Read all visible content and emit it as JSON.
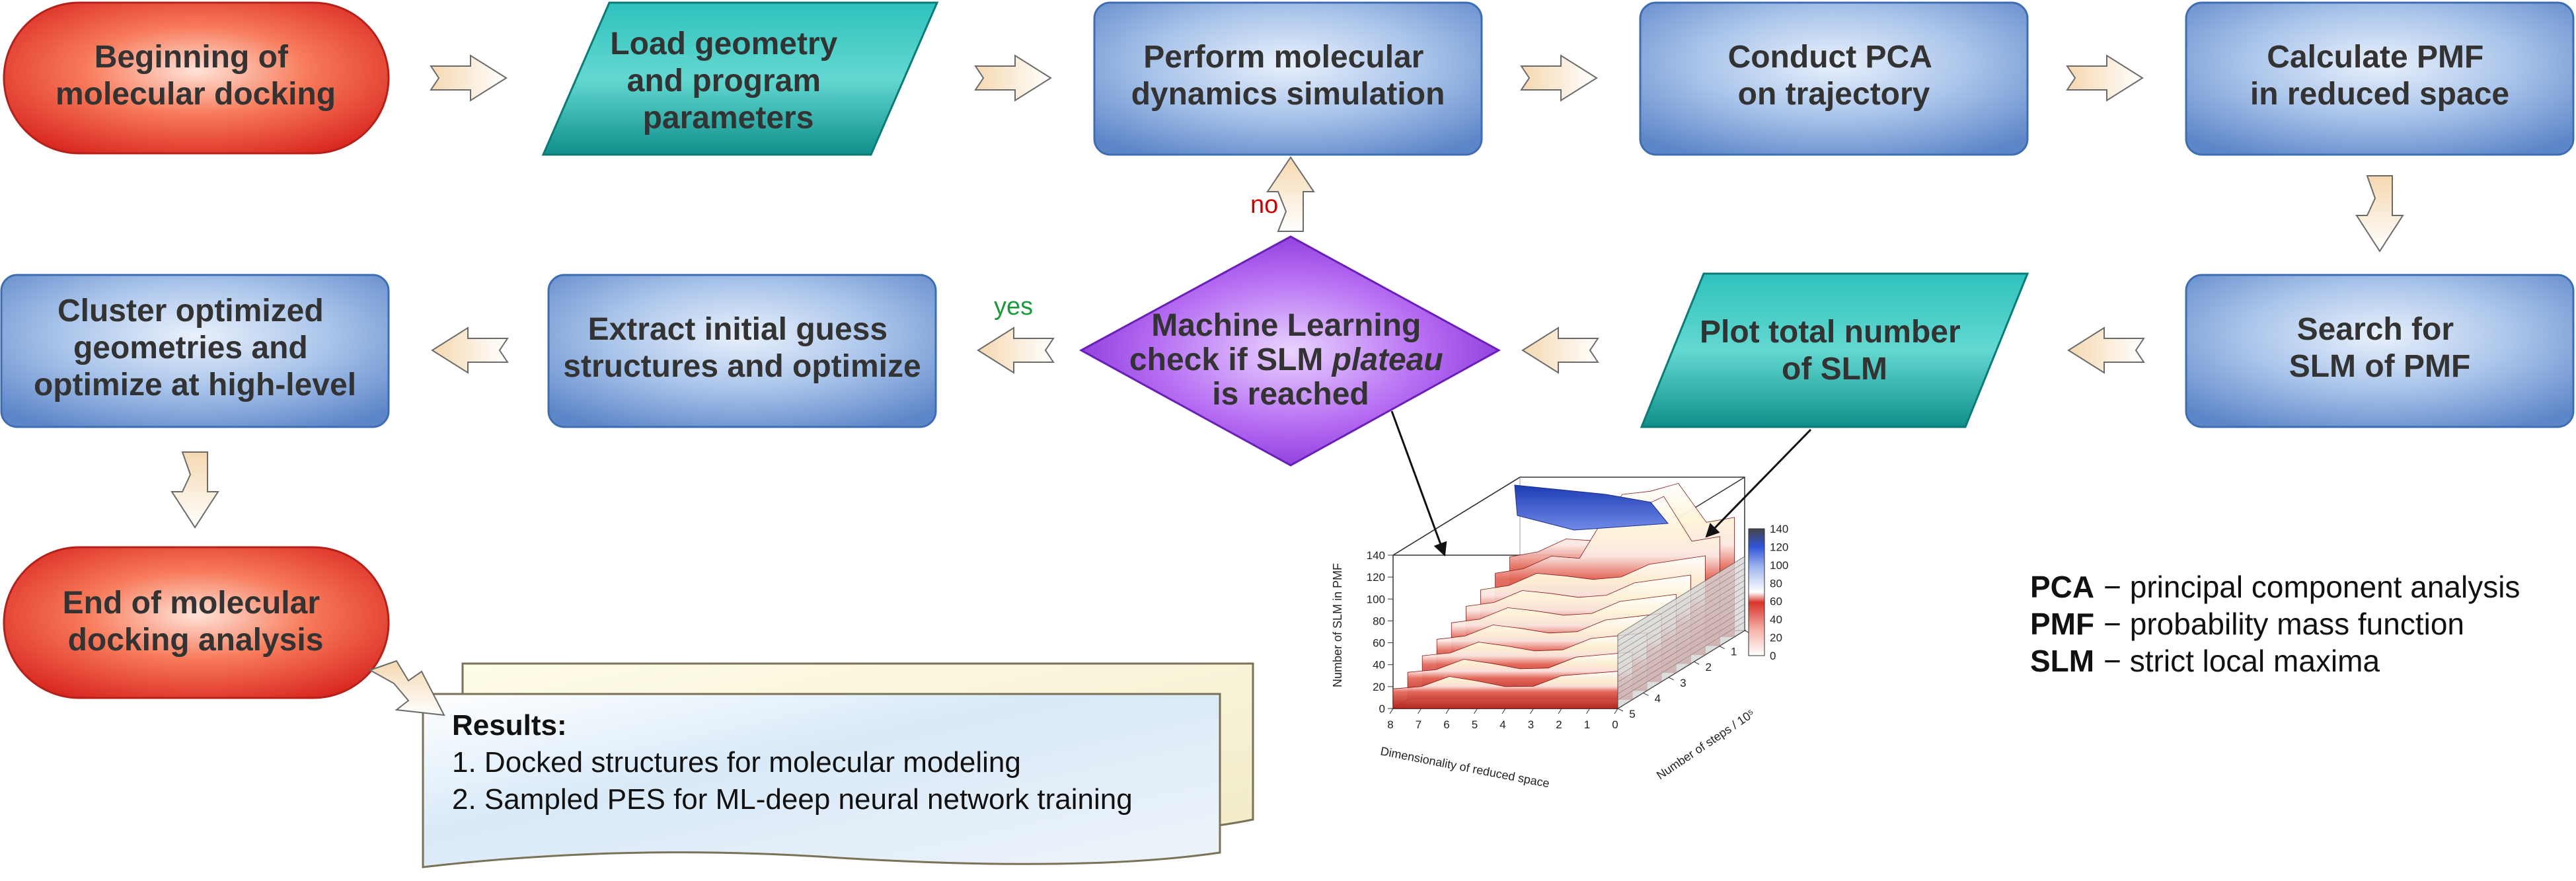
{
  "nodes": {
    "begin": "Beginning of molecular docking",
    "load": "Load geometry and program parameters",
    "md": "Perform molecular dynamics simulation",
    "pca": "Conduct PCA on trajectory",
    "pmf": "Calculate PMF in reduced space",
    "search": "Search for SLM of PMF",
    "plot": "Plot total number of SLM",
    "ml_check": "Machine Learning check if SLM plateau is reached",
    "extract": "Extract initial guess structures and optimize",
    "cluster": "Cluster optimized geometries and optimize at high-level",
    "end": "End of molecular docking analysis"
  },
  "decision_labels": {
    "no": "no",
    "yes": "yes"
  },
  "results": {
    "title": "Results:",
    "items": [
      "1. Docked structures for molecular modeling",
      "2. Sampled PES for ML-deep neural network training"
    ]
  },
  "legend": [
    {
      "abbr": "PCA",
      "text": "− principal component analysis"
    },
    {
      "abbr": "PMF",
      "text": "− probability mass function"
    },
    {
      "abbr": "SLM",
      "text": "− strict local maxima"
    }
  ],
  "colors": {
    "start_end": "#e8332b",
    "io": "#14a3a0",
    "process": "#7ea4d8",
    "decision": "#9b48e0",
    "no_label": "#cc0000",
    "yes_label": "#1a9a3a"
  },
  "chart_data": {
    "type": "surface",
    "zlabel": "Number of SLM in PMF",
    "xlabel": "Dimensionality of reduced space",
    "ylabel": "Number of steps / 10⁵",
    "x_ticks": [
      "8",
      "7",
      "6",
      "5",
      "4",
      "3",
      "2",
      "1",
      "0"
    ],
    "y_ticks": [
      "0",
      "1",
      "2",
      "3",
      "4",
      "5"
    ],
    "z_ticks": [
      "0",
      "20",
      "40",
      "60",
      "80",
      "100",
      "120",
      "140"
    ],
    "colorbar_ticks": [
      "0",
      "20",
      "40",
      "60",
      "80",
      "100",
      "120",
      "140"
    ],
    "zlim": [
      0,
      140
    ]
  }
}
